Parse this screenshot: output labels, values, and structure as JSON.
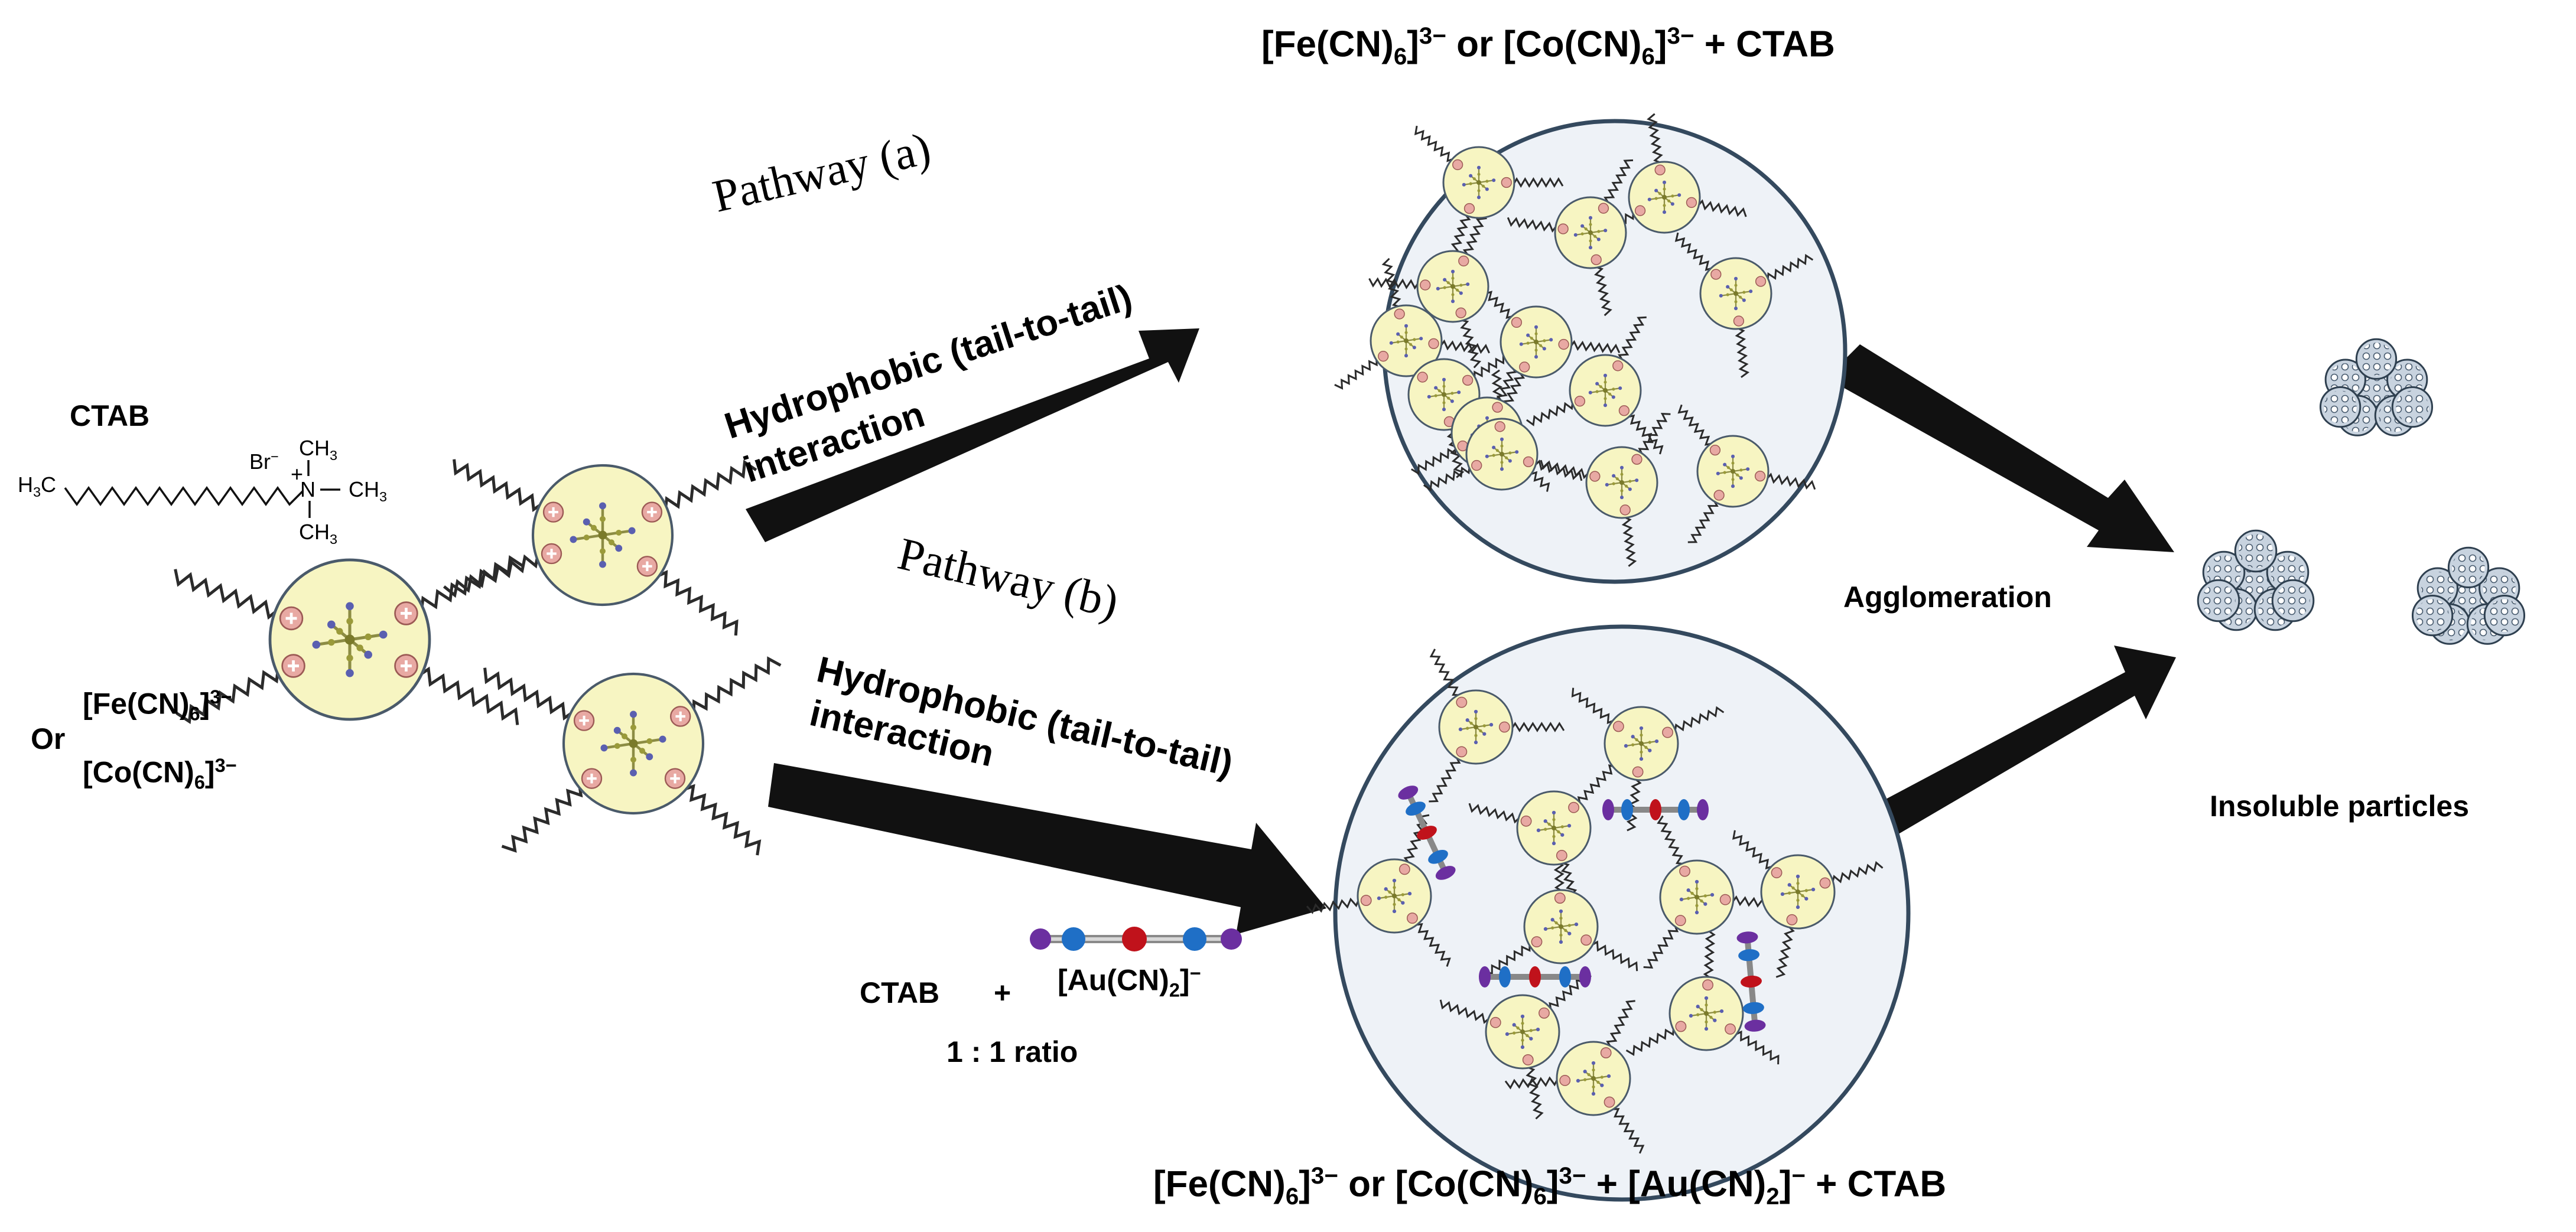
{
  "legend": {
    "ctab_title": "CTAB",
    "ctab_formula": {
      "h3c": "H3C",
      "br": "Br−",
      "plus": "+",
      "n": "N",
      "ch3_top": "CH3",
      "ch3_right": "CH3",
      "ch3_bottom": "CH3"
    },
    "anion_1": "[Fe(CN)6]3−",
    "or_label": "Or",
    "anion_2": "[Co(CN)6]3−"
  },
  "pathway_a": {
    "label": "Pathway (a)",
    "arrow_text_line1": "Hydrophobic (tail-to-tail)",
    "arrow_text_line2": "interaction",
    "product_label": "[Fe(CN)6]3− or [Co(CN)6]3− + CTAB"
  },
  "pathway_b": {
    "label": "Pathway (b)",
    "arrow_text_line1": "Hydrophobic (tail-to-tail)",
    "arrow_text_line2": "interaction",
    "reagent_ctab": "CTAB",
    "reagent_plus": "+",
    "reagent_au": "[Au(CN)2]−",
    "ratio": "1 : 1 ratio",
    "product_label": "[Fe(CN)6]3− or [Co(CN)6]3− + [Au(CN)2]− + CTAB"
  },
  "agglomeration_label": "Agglomeration",
  "result_label": "Insoluble particles",
  "colors": {
    "micelle_fill": "#f7f5c2",
    "micelle_stroke": "#4a5a6a",
    "big_circle_fill": "#eef2f7",
    "big_circle_stroke": "#34495e",
    "arrow": "#111111",
    "head_pink": "#e8a9a3",
    "atom_blue": "#1f6fc6",
    "atom_red": "#c0121b",
    "atom_purple": "#6b2fa0",
    "cluster_fill": "#c8d3df"
  }
}
